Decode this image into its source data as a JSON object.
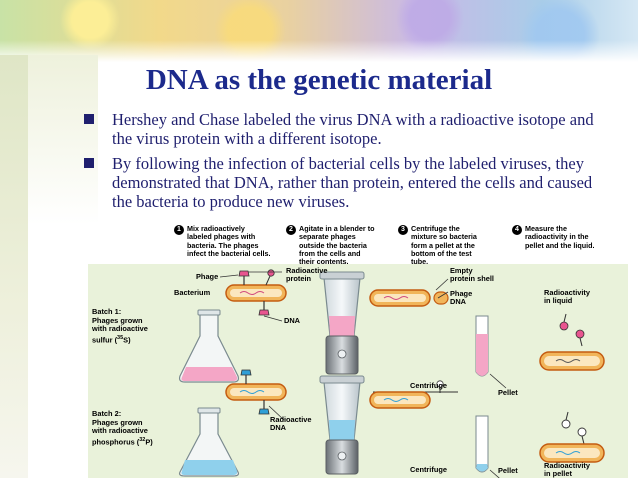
{
  "slide": {
    "title": "DNA as the genetic material",
    "bullets": [
      "Hershey and Chase labeled the virus DNA with a radioactive isotope and the virus protein with a different isotope.",
      "By following the infection of bacterial cells by the labeled viruses, they demonstrated that DNA, rather than protein, entered the cells and caused the bacteria to produce new viruses."
    ]
  },
  "figure": {
    "steps": [
      {
        "num": "1",
        "text": "Mix radioactively\nlabeled phages with\nbacteria. The phages\ninfect the bacterial cells."
      },
      {
        "num": "2",
        "text": "Agitate in a blender to\nseparate phages\noutside the bacteria\nfrom the cells and\ntheir contents."
      },
      {
        "num": "3",
        "text": "Centrifuge the\nmixture so bacteria\nform a pellet at the\nbottom of the test\ntube."
      },
      {
        "num": "4",
        "text": "Measure the\nradioactivity in the\npellet and the liquid."
      }
    ],
    "labels": {
      "phage": "Phage",
      "bacterium": "Bacterium",
      "radioactive_protein": "Radioactive\nprotein",
      "dna": "DNA",
      "empty_shell": "Empty\nprotein shell",
      "phage_dna": "Phage\nDNA",
      "batch1_title": "Batch 1:",
      "batch1_desc_pre": "Phages grown\nwith radioactive\nsulfur (",
      "batch1_isotope_mass": "35",
      "batch1_isotope": "S)",
      "batch2_title": "Batch 2:",
      "batch2_desc_pre": "Phages grown\nwith radioactive\nphosphorus (",
      "batch2_isotope_mass": "32",
      "batch2_isotope": "P)",
      "radioactive_dna": "Radioactive\nDNA",
      "centrifuge1": "Centrifuge",
      "centrifuge2": "Centrifuge",
      "pellet1": "Pellet",
      "pellet2": "Pellet",
      "radio_liquid": "Radioactivity\nin liquid",
      "radio_pellet": "Radioactivity\nin pellet"
    },
    "colors": {
      "panel": "#e9f2da",
      "protein_label": "#e8558f",
      "dna_label": "#2f9fd6",
      "bacterium": "#f1b55a",
      "bacterium_outline": "#c45c11"
    }
  }
}
